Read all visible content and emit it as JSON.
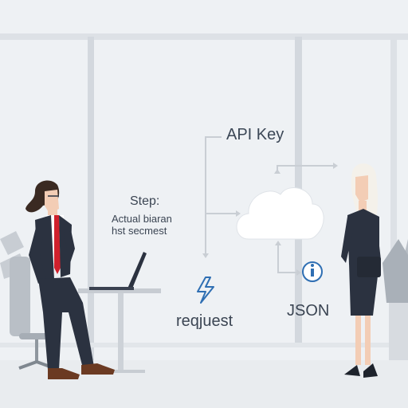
{
  "labels": {
    "api_key": "API Key",
    "step": "Step:",
    "actual_line1": "Actual biaran",
    "actual_line2": "hst secmest",
    "request": "reqjuest",
    "json": "JSON"
  },
  "colors": {
    "background": "#eef1f4",
    "window_frame": "#d3d8de",
    "cloud": "#ffffff",
    "arrow": "#c9ced4",
    "accent_blue": "#2f6fb3",
    "suit_dark": "#2b3240",
    "tie_red": "#d0202c"
  },
  "icons": {
    "cloud": "cloud-icon",
    "lightning": "lightning-icon",
    "info": "info-icon"
  }
}
